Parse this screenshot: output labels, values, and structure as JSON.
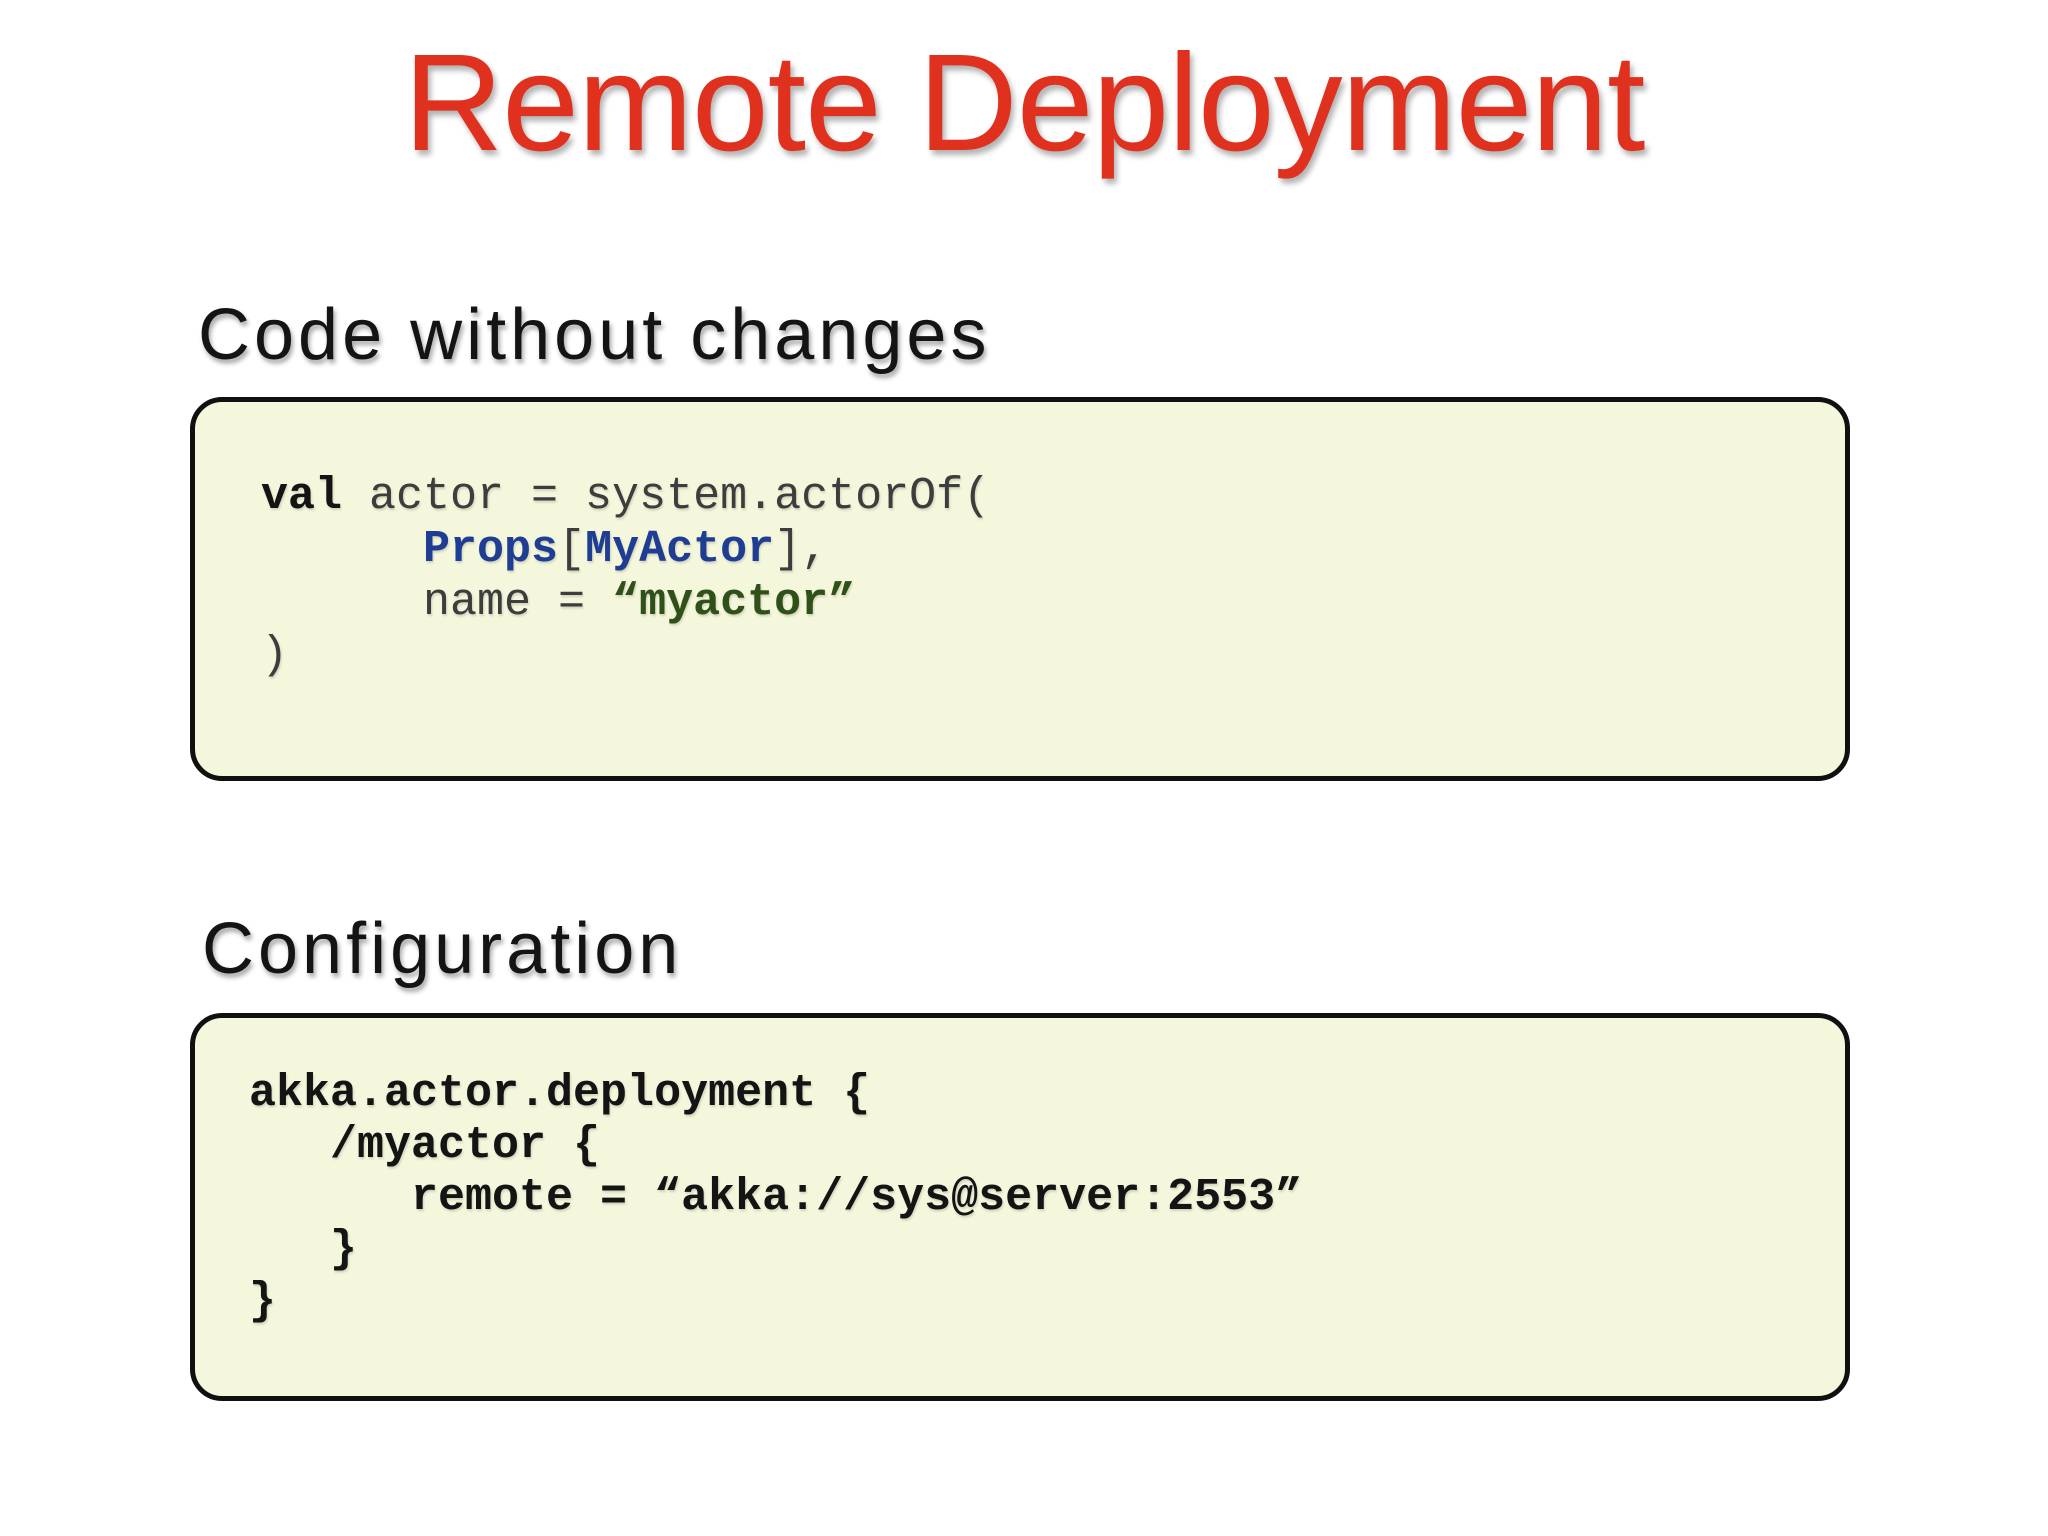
{
  "slide": {
    "title": "Remote Deployment"
  },
  "sections": {
    "code": {
      "heading": "Code without changes",
      "lines": {
        "l1": {
          "kw": "val",
          "rest": " actor = system.actorOf("
        },
        "l2": {
          "indent": "      ",
          "type1": "Props",
          "open": "[",
          "type2": "MyActor",
          "close": "],"
        },
        "l3": {
          "pre": "      name = ",
          "str": "“myactor”"
        },
        "l4": {
          "paren": ")"
        }
      }
    },
    "config": {
      "heading": "Configuration",
      "lines": [
        "akka.actor.deployment {",
        "   /myactor {",
        "      remote = “akka://sys@server:2553”",
        "   }",
        "}"
      ]
    }
  },
  "colors": {
    "title_red": "#E0301E",
    "heading_black": "#141414",
    "box_background": "#F5F7DC",
    "box_border": "#101010",
    "code_plain_gray": "#3D3D3D",
    "code_keyword_black": "#141414",
    "code_type_blue": "#1F3D93",
    "code_string_green": "#2F5018"
  }
}
